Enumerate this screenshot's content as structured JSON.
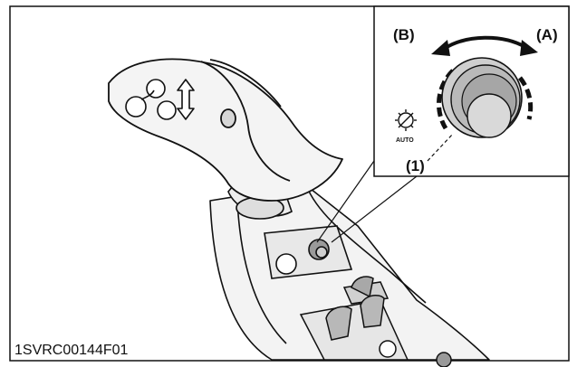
{
  "figure": {
    "labels": {
      "direction_b": "(B)",
      "direction_a": "(A)",
      "part_1": "(1)",
      "auto_symbol_text": "AUTO"
    },
    "figure_code": "1SVRC00144F01",
    "icons": [
      "gear-auto-icon",
      "rotary-knob",
      "shift-lever",
      "double-arrow"
    ],
    "colors": {
      "line": "#111111",
      "fill_light": "#f2f2f2",
      "fill_mid": "#d9d9d9",
      "fill_dark": "#b0b0b0"
    }
  }
}
